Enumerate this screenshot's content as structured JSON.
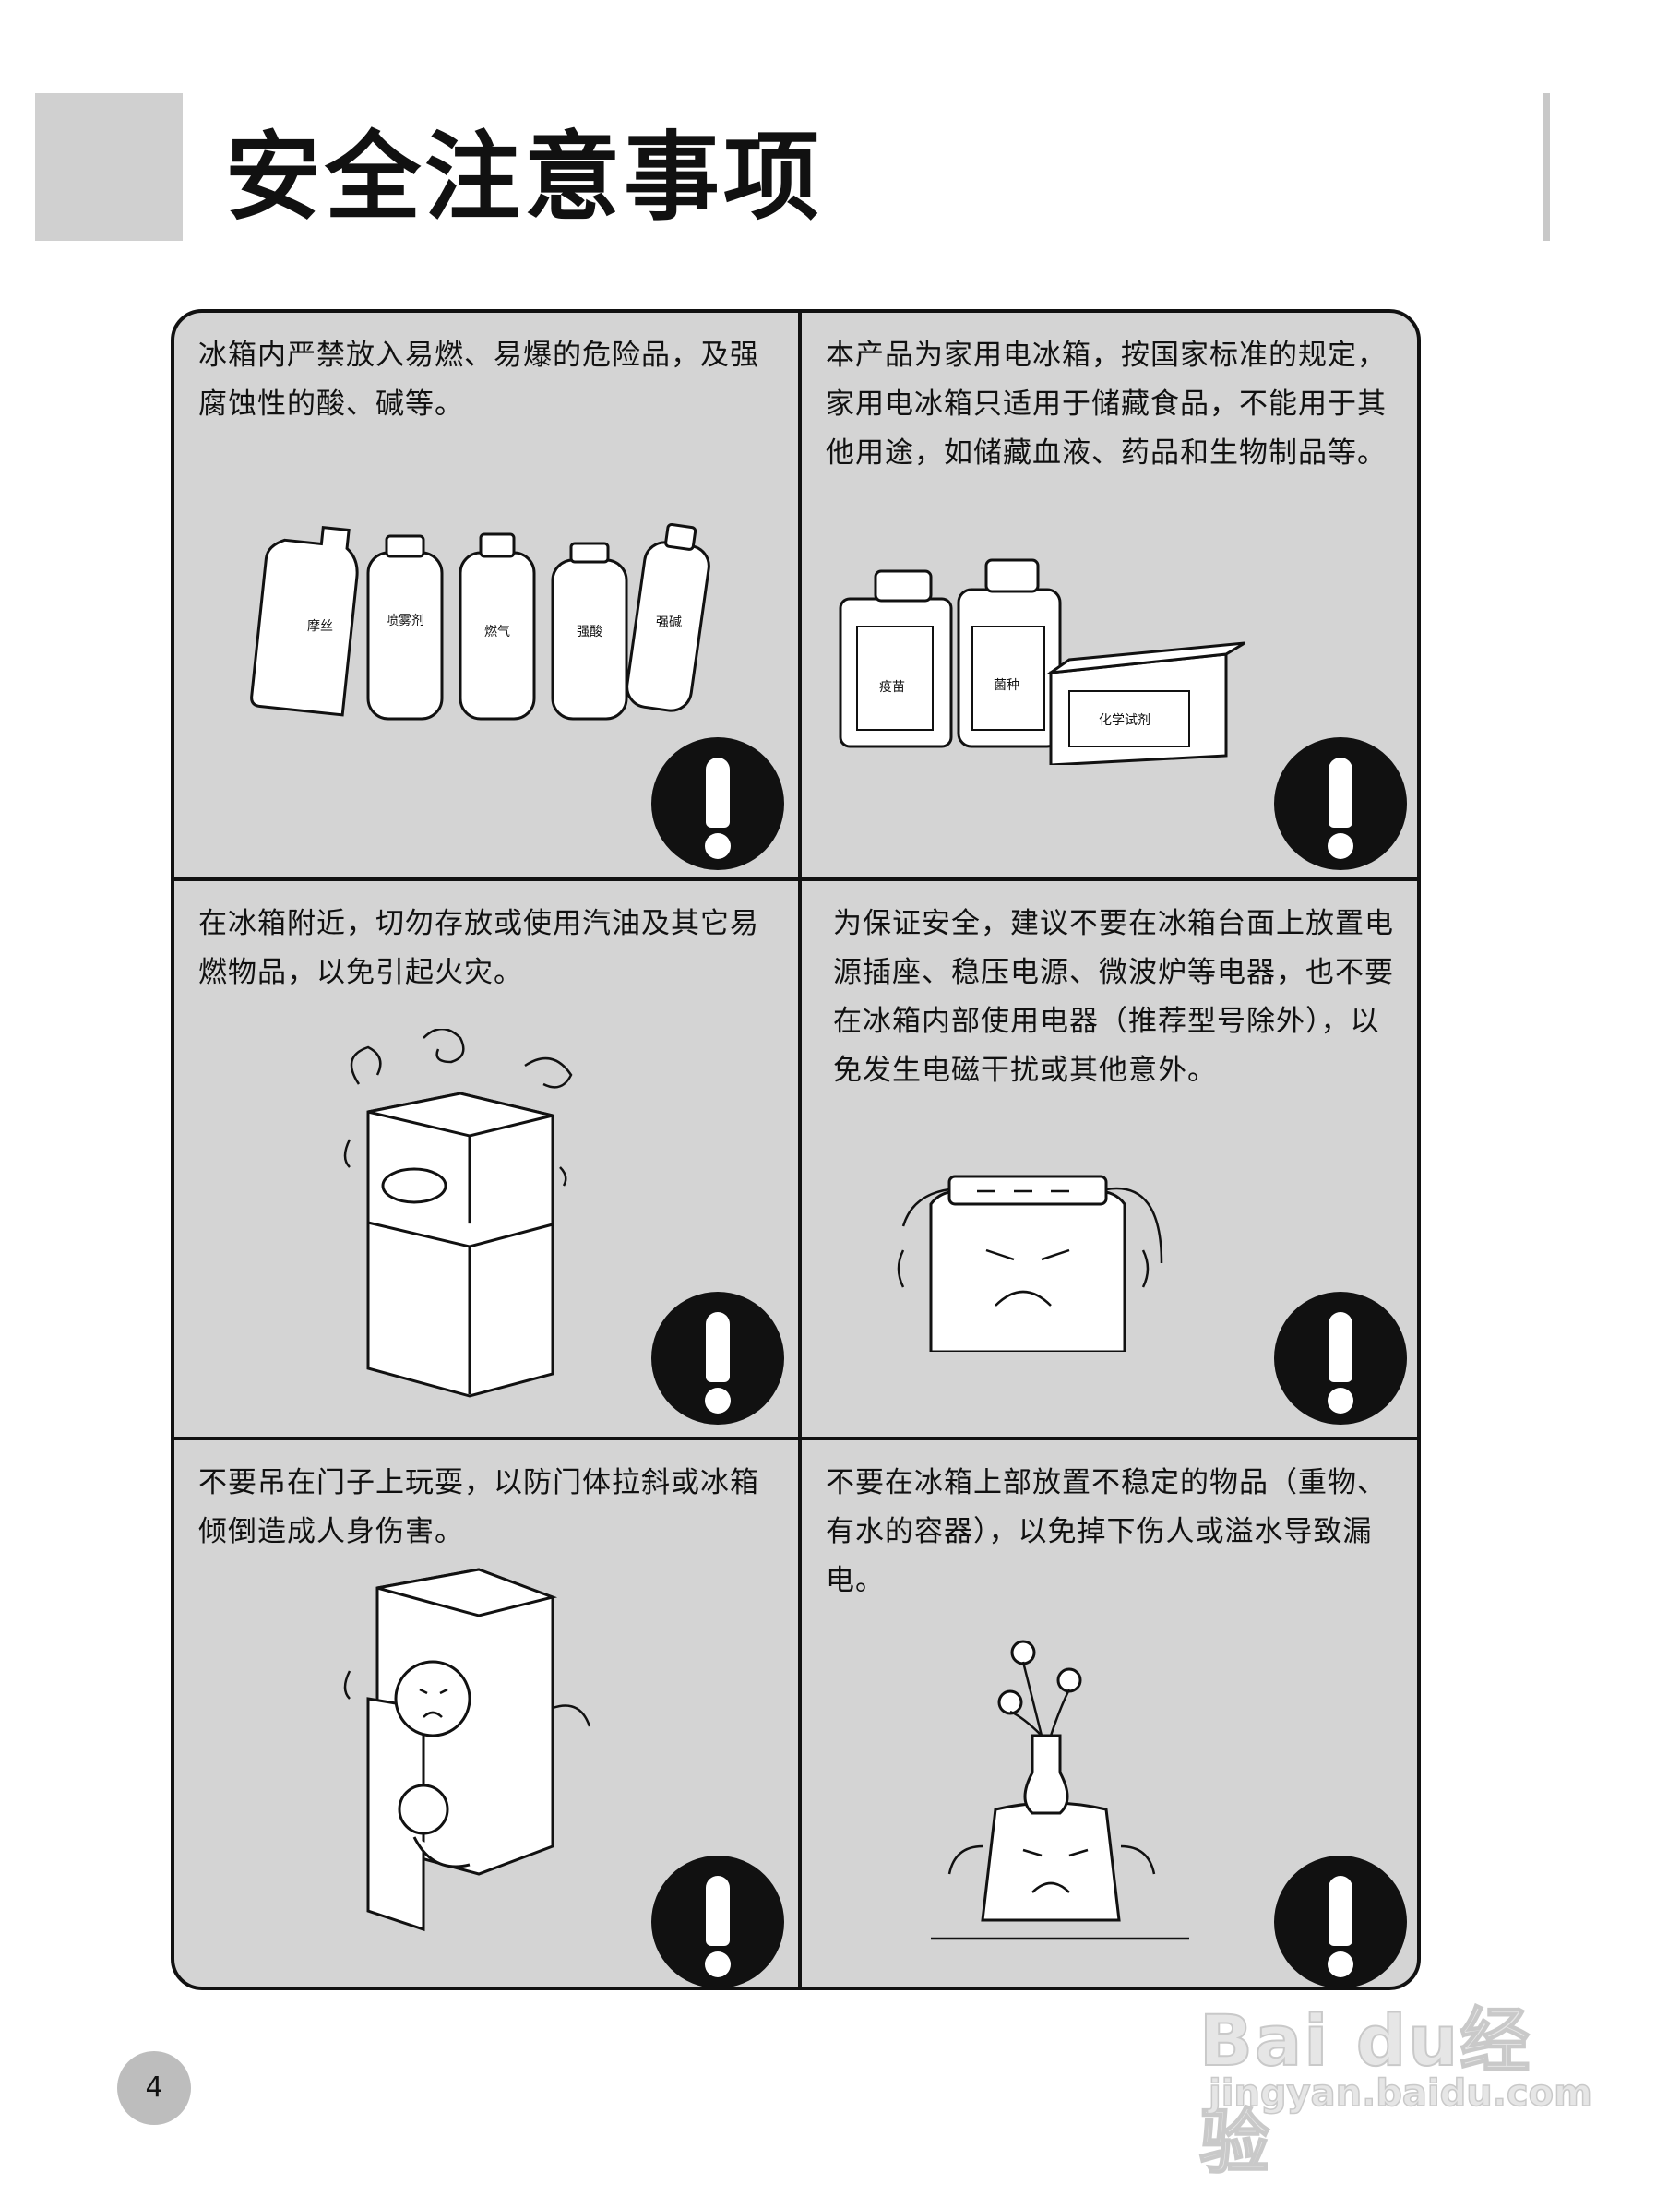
{
  "header": {
    "title": "安全注意事项"
  },
  "page_number": "4",
  "watermark": {
    "brand": "Bai du经验",
    "url": "jingyan.baidu.com"
  },
  "cells": [
    {
      "text": "冰箱内严禁放入易燃、易爆的危险品，及强腐蚀性的酸、碱等。",
      "labels": [
        "摩丝",
        "喷雾剂",
        "燃气",
        "强酸",
        "强碱"
      ]
    },
    {
      "text": "本产品为家用电冰箱，按国家标准的规定，家用电冰箱只适用于储藏食品，不能用于其他用途，如储藏血液、药品和生物制品等。",
      "labels": [
        "疫苗",
        "菌种",
        "化学试剂"
      ]
    },
    {
      "text": "在冰箱附近，切勿存放或使用汽油及其它易燃物品，以免引起火灾。"
    },
    {
      "text": "为保证安全，建议不要在冰箱台面上放置电源插座、稳压电源、微波炉等电器，也不要在冰箱内部使用电器（推荐型号除外），以免发生电磁干扰或其他意外。"
    },
    {
      "text": "不要吊在门子上玩耍，以防门体拉斜或冰箱倾倒造成人身伤害。"
    },
    {
      "text": "不要在冰箱上部放置不稳定的物品（重物、有水的容器），以免掉下伤人或溢水导致漏电。"
    }
  ]
}
